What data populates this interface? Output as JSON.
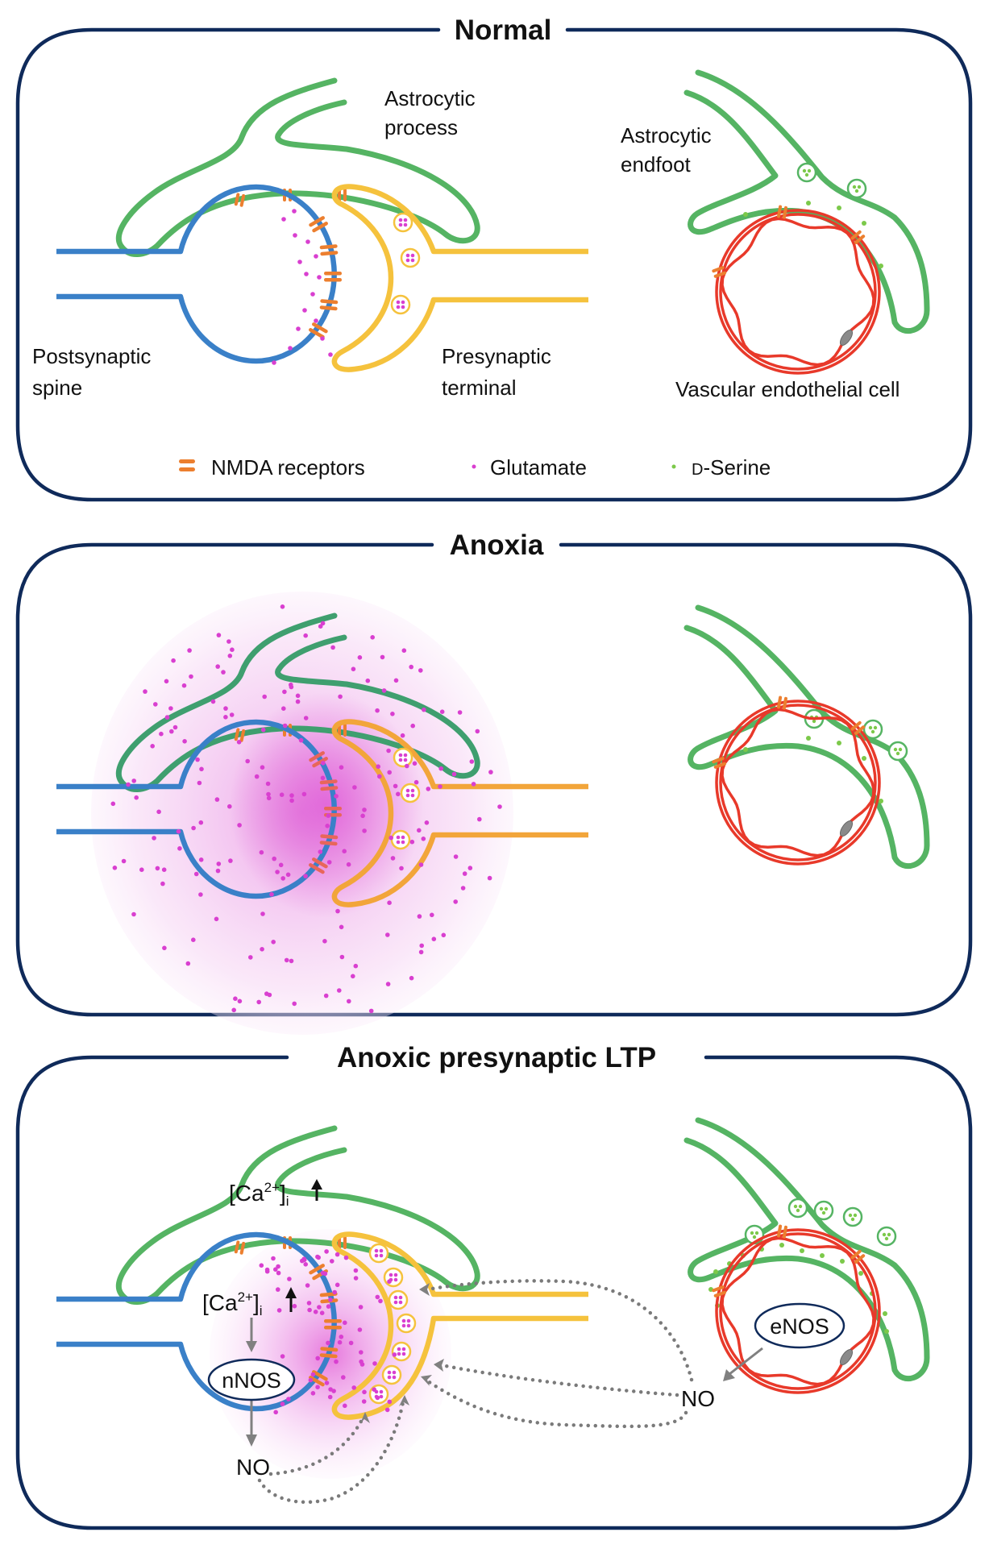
{
  "panels": [
    {
      "id": "normal",
      "title": "Normal",
      "labels": {
        "astrocytic_process": [
          "Astrocytic",
          "process"
        ],
        "astrocytic_endfoot": [
          "Astrocytic",
          "endfoot"
        ],
        "postsynaptic_spine": [
          "Postsynaptic",
          "spine"
        ],
        "presynaptic_terminal": [
          "Presynaptic",
          "terminal"
        ],
        "vascular_endothelial_cell": "Vascular endothelial cell"
      },
      "legend": [
        {
          "symbol": "nmda-receptor-icon",
          "label": "NMDA receptors"
        },
        {
          "symbol": "glutamate-dot-icon",
          "label": "Glutamate"
        },
        {
          "symbol": "d-serine-dot-icon",
          "label_prefix": "D",
          "label": "-Serine"
        }
      ],
      "state": {
        "glutamate_cloud": false,
        "enzymes": []
      }
    },
    {
      "id": "anoxia",
      "title": "Anoxia",
      "state": {
        "glutamate_cloud": true,
        "enzymes": []
      }
    },
    {
      "id": "anoxic-ltp",
      "title": "Anoxic presynaptic LTP",
      "annotations": {
        "ca_astrocyte": {
          "prefix": "[Ca",
          "sup": "2+",
          "suffix": "]",
          "sub": "i",
          "arrow": "↑"
        },
        "ca_spine": {
          "prefix": "[Ca",
          "sup": "2+",
          "suffix": "]",
          "sub": "i",
          "arrow": "↑"
        },
        "nnos": "nNOS",
        "enos": "eNOS",
        "no_neuronal": "NO",
        "no_endothelial": "NO"
      },
      "state": {
        "glutamate_cloud": true,
        "enzymes": [
          "nNOS",
          "eNOS"
        ]
      }
    }
  ],
  "colors": {
    "frame": "#0f2a5a",
    "astrocyte": "#55b463",
    "postsynaptic": "#3a80c8",
    "presynaptic": "#f5c23d",
    "vessel": "#e8392a",
    "nmda_receptor": "#ec7f2f",
    "glutamate": "#d93fd0",
    "d_serine": "#7cc94a",
    "no_pathway": "#7a7a7a"
  }
}
